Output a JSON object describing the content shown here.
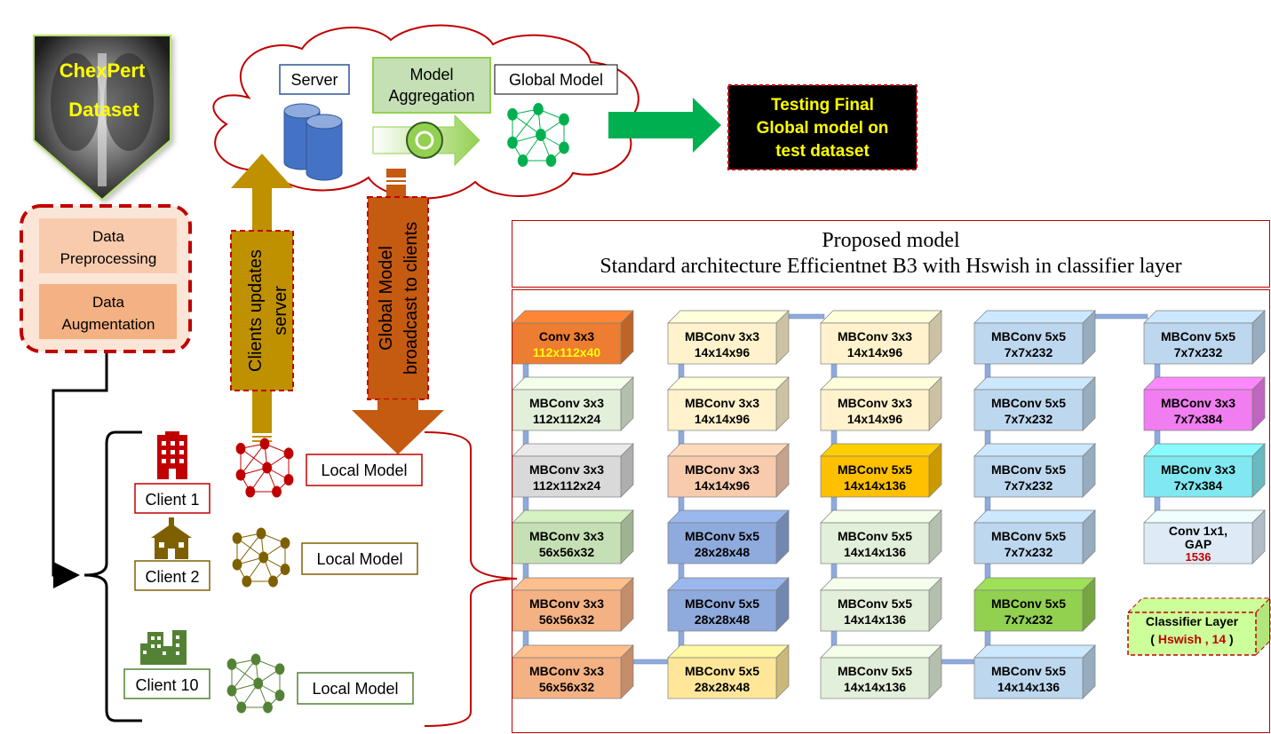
{
  "dataset": {
    "title_line1": "ChexPert",
    "title_line2": "Dataset"
  },
  "pipeline": {
    "preprocessing_line1": "Data",
    "preprocessing_line2": "Preprocessing",
    "augmentation_line1": "Data",
    "augmentation_line2": "Augmentation"
  },
  "server": {
    "server_label": "Server",
    "aggregation_line1": "Model",
    "aggregation_line2": "Aggregation",
    "global_model_label": "Global Model"
  },
  "testing": {
    "line1": "Testing Final",
    "line2": "Global model on",
    "line3": "test dataset"
  },
  "arrows": {
    "clients_updates_line1": "Clients updates",
    "clients_updates_line2": "server",
    "broadcast_line1": "Global Model",
    "broadcast_line2": "broadcast to clients"
  },
  "clients": [
    {
      "name": "Client 1",
      "model_label": "Local Model",
      "color": "#c00000"
    },
    {
      "name": "Client 2",
      "model_label": "Local Model",
      "color": "#7f6000"
    },
    {
      "name": "Client 10",
      "model_label": "Local Model",
      "color": "#548235"
    }
  ],
  "proposed_model": {
    "title_line1": "Proposed model",
    "title_line2": "Standard architecture Efficientnet B3 with Hswish in classifier layer"
  },
  "blocks": [
    {
      "line1": "Conv 3x3",
      "line2": "112x112x40",
      "color": "#ed7d31",
      "line2_color": "#ffff00"
    },
    {
      "line1": "MBConv 3x3",
      "line2": "112x112x24",
      "color": "#e2efda",
      "line2_color": "#000000"
    },
    {
      "line1": "MBConv 3x3",
      "line2": "112x112x24",
      "color": "#d9d9d9",
      "line2_color": "#000000"
    },
    {
      "line1": "MBConv 3x3",
      "line2": "56x56x32",
      "color": "#c5e0b4",
      "line2_color": "#000000"
    },
    {
      "line1": "MBConv 3x3",
      "line2": "56x56x32",
      "color": "#f4b183",
      "line2_color": "#000000"
    },
    {
      "line1": "MBConv 3x3",
      "line2": "56x56x32",
      "color": "#f4b183",
      "line2_color": "#000000"
    },
    {
      "line1": "MBConv 3x3",
      "line2": "14x14x96",
      "color": "#fff2cc",
      "line2_color": "#000000"
    },
    {
      "line1": "MBConv 3x3",
      "line2": "14x14x96",
      "color": "#fff2cc",
      "line2_color": "#000000"
    },
    {
      "line1": "MBConv 3x3",
      "line2": "14x14x96",
      "color": "#f8cbad",
      "line2_color": "#000000"
    },
    {
      "line1": "MBConv 5x5",
      "line2": "28x28x48",
      "color": "#8faadc",
      "line2_color": "#000000"
    },
    {
      "line1": "MBConv 5x5",
      "line2": "28x28x48",
      "color": "#8faadc",
      "line2_color": "#000000"
    },
    {
      "line1": "MBConv 5x5",
      "line2": "28x28x48",
      "color": "#ffe699",
      "line2_color": "#000000"
    },
    {
      "line1": "MBConv 3x3",
      "line2": "14x14x96",
      "color": "#fff2cc",
      "line2_color": "#000000"
    },
    {
      "line1": "MBConv 3x3",
      "line2": "14x14x96",
      "color": "#fff2cc",
      "line2_color": "#000000"
    },
    {
      "line1": "MBConv 5x5",
      "line2": "14x14x136",
      "color": "#ffc000",
      "line2_color": "#000000"
    },
    {
      "line1": "MBConv 5x5",
      "line2": "14x14x136",
      "color": "#e2efda",
      "line2_color": "#000000"
    },
    {
      "line1": "MBConv 5x5",
      "line2": "14x14x136",
      "color": "#e2efda",
      "line2_color": "#000000"
    },
    {
      "line1": "MBConv 5x5",
      "line2": "14x14x136",
      "color": "#e2efda",
      "line2_color": "#000000"
    },
    {
      "line1": "MBConv 5x5",
      "line2": "7x7x232",
      "color": "#bdd7ee",
      "line2_color": "#000000"
    },
    {
      "line1": "MBConv 5x5",
      "line2": "7x7x232",
      "color": "#bdd7ee",
      "line2_color": "#000000"
    },
    {
      "line1": "MBConv 5x5",
      "line2": "7x7x232",
      "color": "#bdd7ee",
      "line2_color": "#000000"
    },
    {
      "line1": "MBConv 5x5",
      "line2": "7x7x232",
      "color": "#bdd7ee",
      "line2_color": "#000000"
    },
    {
      "line1": "MBConv 5x5",
      "line2": "7x7x232",
      "color": "#92d050",
      "line2_color": "#000000"
    },
    {
      "line1": "MBConv 5x5",
      "line2": "14x14x136",
      "color": "#bdd7ee",
      "line2_color": "#000000"
    },
    {
      "line1": "MBConv 5x5",
      "line2": "7x7x232",
      "color": "#bdd7ee",
      "line2_color": "#000000"
    },
    {
      "line1": "MBConv 3x3",
      "line2": "7x7x384",
      "color": "#f07ef0",
      "line2_color": "#000000"
    },
    {
      "line1": "MBConv 3x3",
      "line2": "7x7x384",
      "color": "#7fe8f0",
      "line2_color": "#000000"
    },
    {
      "line1": "Conv 1x1,",
      "line2": "GAP",
      "line3": "1536",
      "color": "#deebf7",
      "line2_color": "#000000",
      "line3_color": "#c00000"
    }
  ],
  "classifier": {
    "line1": "Classifier Layer",
    "line2_open": "( ",
    "line2_red": "Hswish , 14",
    "line2_close": " )",
    "color": "#ccff99",
    "accent": "#c00000"
  },
  "colors": {
    "server_blue": "#4472c4",
    "arrow_green": "#00b050",
    "arrow_gold": "#bf9000",
    "arrow_orange": "#c55a11",
    "border_red": "#c00000"
  }
}
